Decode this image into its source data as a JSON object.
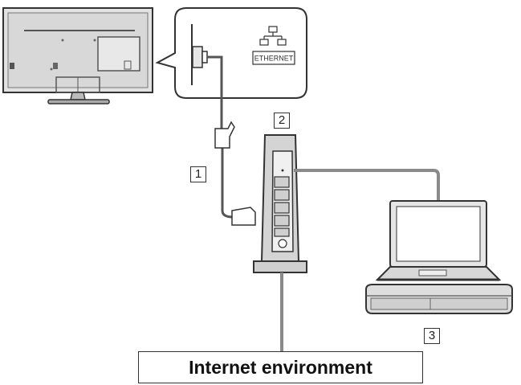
{
  "callout": {
    "port_label": "ETHERNET",
    "icon": "network-icon"
  },
  "labels": {
    "cable": "1",
    "router": "2",
    "devices": "3"
  },
  "internet": {
    "label": "Internet environment"
  },
  "colors": {
    "line": "#333333",
    "device_fill": "#e6e6e6",
    "cable": "#8a8a8a"
  }
}
